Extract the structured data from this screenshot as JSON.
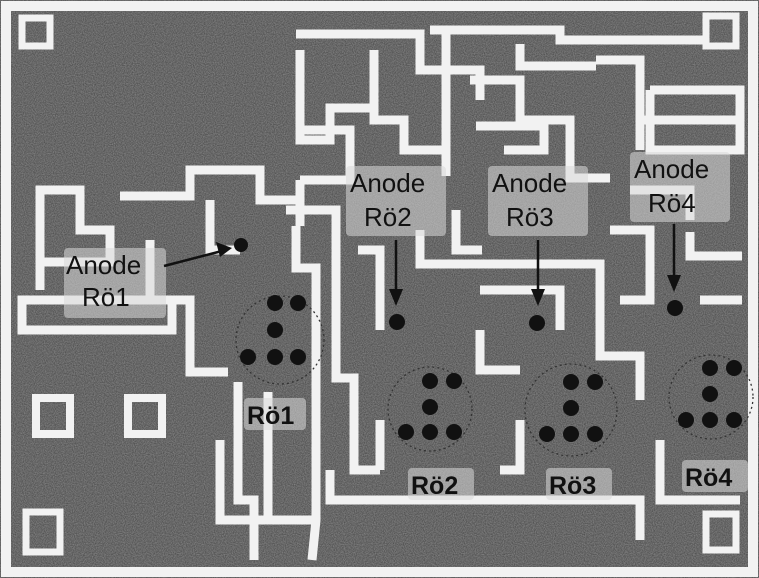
{
  "board": {
    "copper_color": "#8f8f8f",
    "trace_color": "#f2f2f2",
    "pad_color": "#111111",
    "circle_color": "#333333"
  },
  "labels": {
    "anode_rohre1_word": "Anode",
    "anode_rohre1_tag": "Rö1",
    "anode_rohre2_word": "Anode",
    "anode_rohre2_tag": "Rö2",
    "anode_rohre3_word": "Anode",
    "anode_rohre3_tag": "Rö3",
    "anode_rohre4_word": "Anode",
    "anode_rohre4_tag": "Rö4",
    "tube1": "Rö1",
    "tube2": "Rö2",
    "tube3": "Rö3",
    "tube4": "Rö4"
  }
}
